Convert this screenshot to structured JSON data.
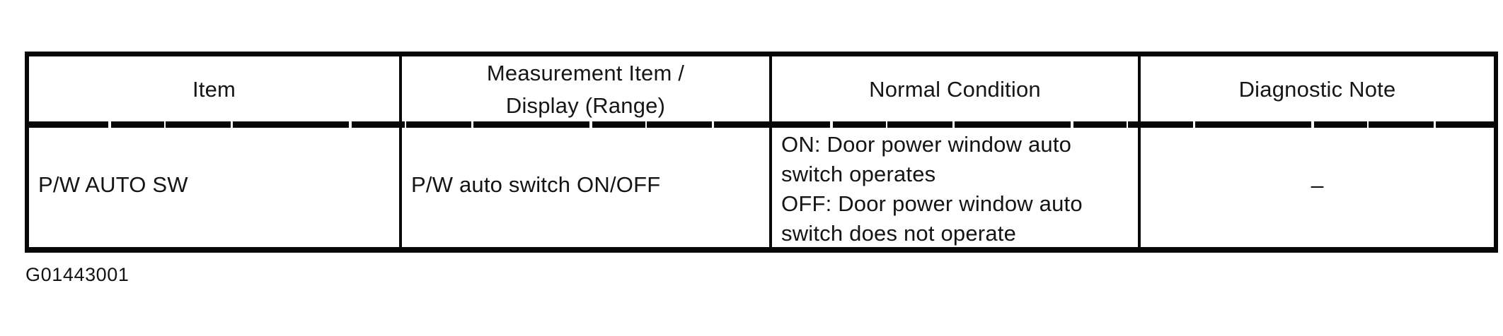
{
  "table": {
    "headers": [
      "Item",
      "Measurement Item /\nDisplay (Range)",
      "Normal Condition",
      "Diagnostic Note"
    ],
    "rows": [
      {
        "item": "P/W AUTO SW",
        "measurement": "P/W auto switch ON/OFF",
        "normal_condition": "ON: Door power window auto\nswitch operates\nOFF: Door power window auto\nswitch does not operate",
        "diagnostic_note": "–"
      }
    ]
  },
  "caption": "G01443001",
  "colors": {
    "background": "#ffffff",
    "ink": "#0d0d0d"
  }
}
